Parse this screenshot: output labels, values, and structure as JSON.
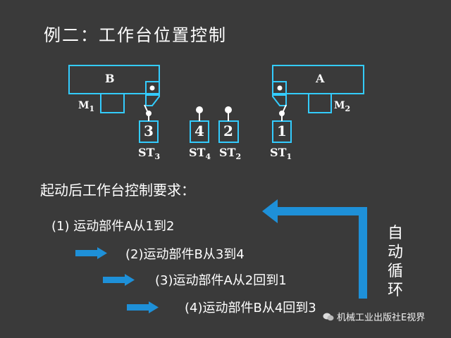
{
  "title": "例二：工作台位置控制",
  "diagram": {
    "tables": [
      {
        "label": "B",
        "motor": "M",
        "motor_sub": "1"
      },
      {
        "label": "A",
        "motor": "M",
        "motor_sub": "2"
      }
    ],
    "switches": [
      {
        "number": "3",
        "name": "ST",
        "sub": "3"
      },
      {
        "number": "4",
        "name": "ST",
        "sub": "4"
      },
      {
        "number": "2",
        "name": "ST",
        "sub": "2"
      },
      {
        "number": "1",
        "name": "ST",
        "sub": "1"
      }
    ]
  },
  "requirements_title": "起动后工作台控制要求：",
  "steps": [
    "(1)  运动部件A从1到2",
    "(2)运动部件B从3到4",
    "(3)运动部件A从2回到1",
    "(4)运动部件B从4回到3"
  ],
  "loop_label": [
    "自",
    "动",
    "循",
    "环"
  ],
  "footer": "机械工业出版社E视界",
  "colors": {
    "background": "#3a3a3a",
    "line": "#33ccff",
    "arrow": "#1e90d8",
    "text": "#ffffff"
  }
}
